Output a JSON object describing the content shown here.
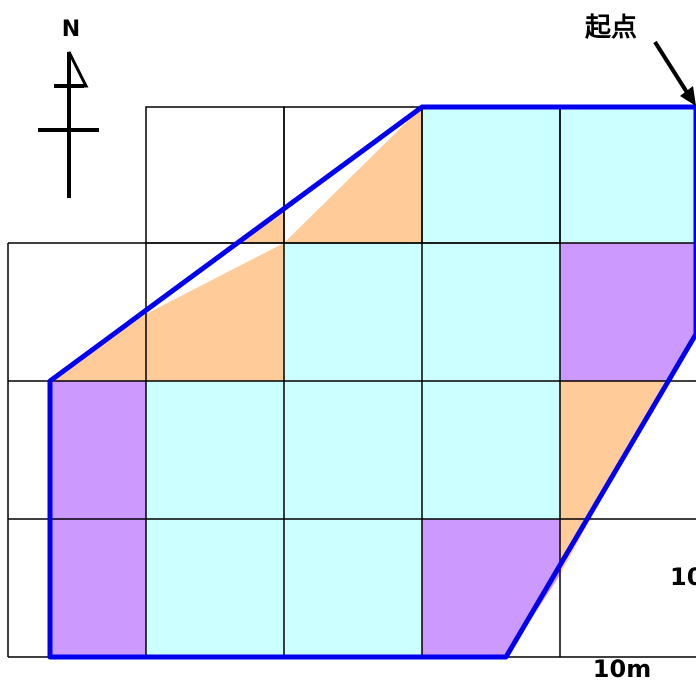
{
  "labels": {
    "north": "N",
    "start_point": "起点",
    "scale_horizontal": "10m",
    "scale_vertical": "10"
  },
  "colors": {
    "grid_line": "#000000",
    "boundary": "#0000ee",
    "full_cell": "#ccffff",
    "half_triangle": "#ffcc99",
    "partial_cell": "#cc99ff",
    "arrow": "#000000",
    "background": "#ffffff"
  },
  "legend_semantics": {
    "full_cell_color_name": "cyan",
    "half_triangle_color_name": "orange",
    "partial_cell_color_name": "purple"
  }
}
